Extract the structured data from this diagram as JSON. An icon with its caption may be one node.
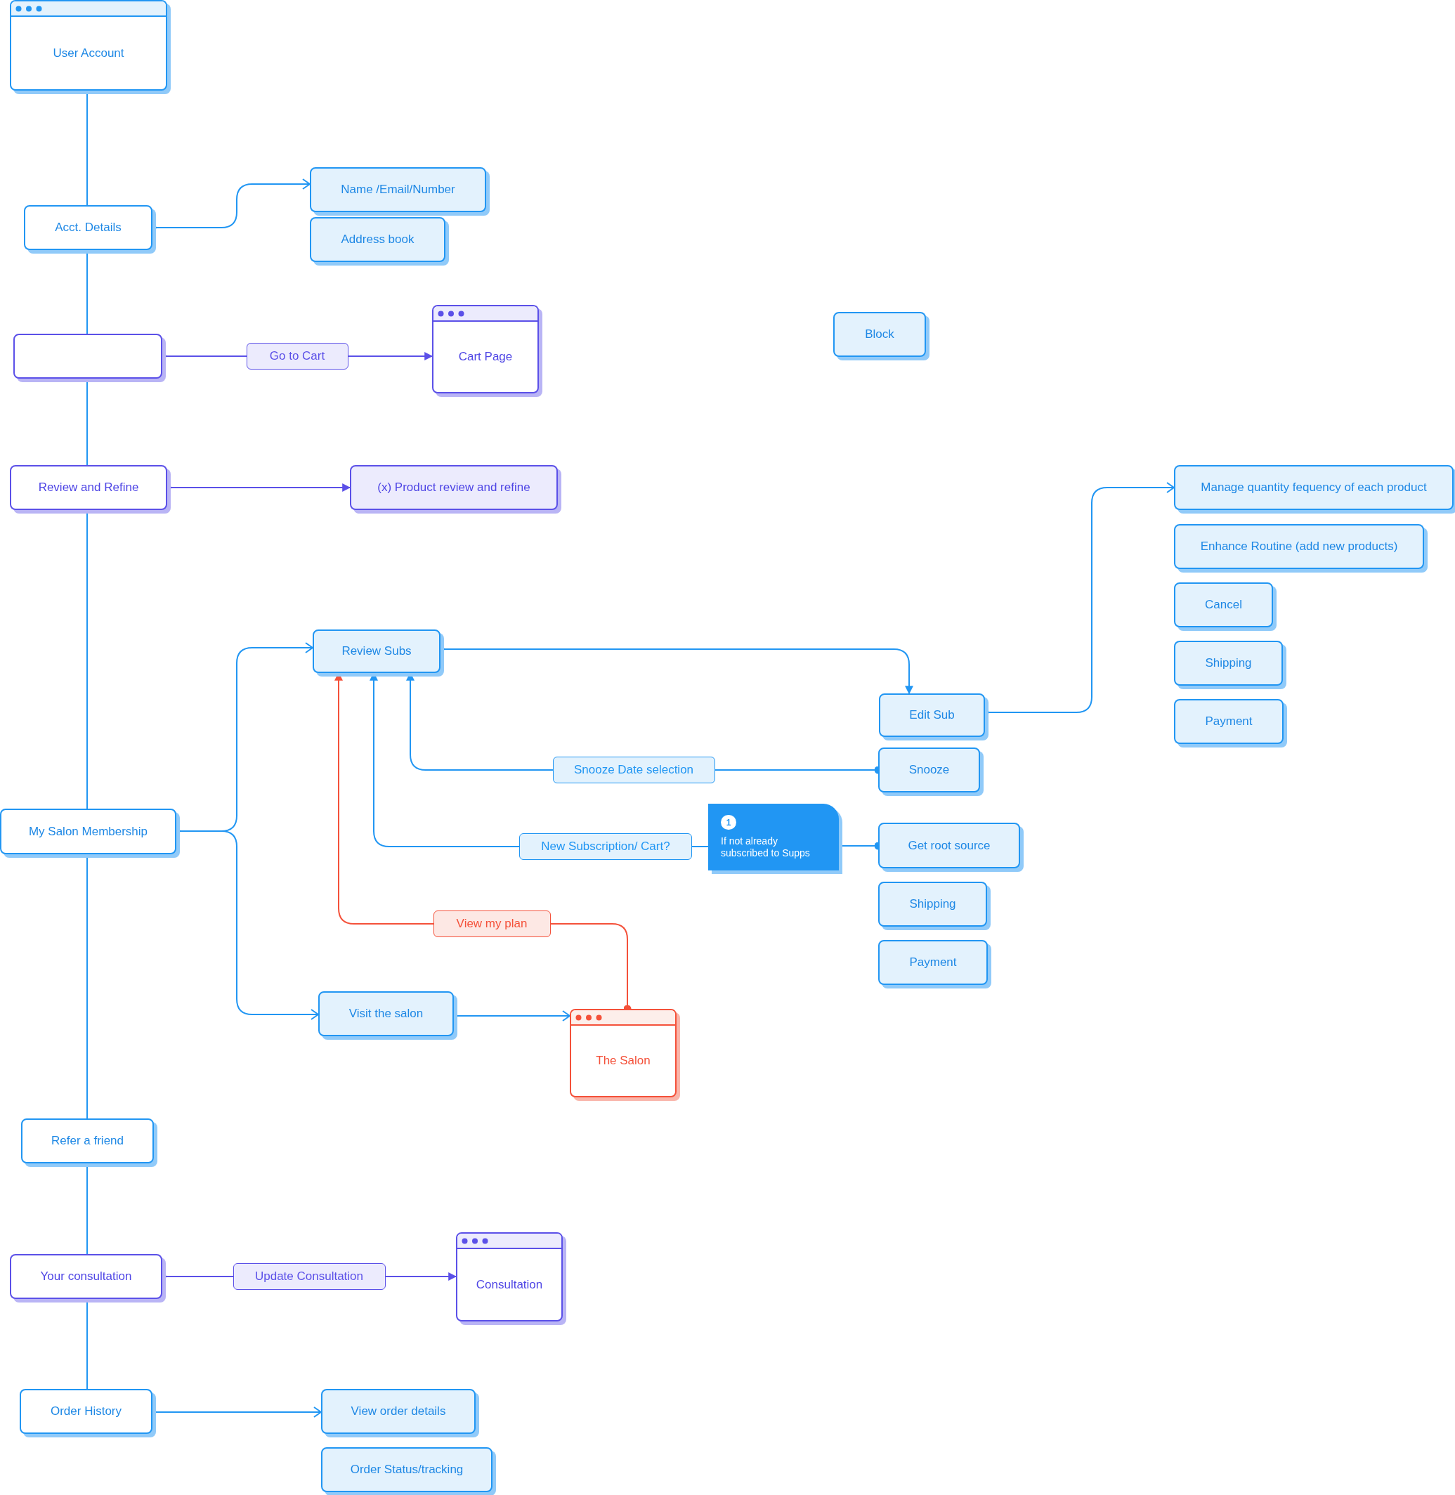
{
  "diagram": {
    "nodes": [
      {
        "text": [
          "User Account"
        ]
      },
      {
        "text": [
          "Acct. Details"
        ]
      },
      {
        "text": [
          "Name /Email/Number"
        ]
      },
      {
        "text": [
          "Address book"
        ]
      },
      {
        "text": [],
        "shape": "box"
      },
      {
        "text": [
          "Cart Page"
        ]
      },
      {
        "text": [
          "Block"
        ]
      },
      {
        "text": [
          "Review and Refine"
        ]
      },
      {
        "text": [
          "(x) Product review and refine"
        ]
      },
      {
        "text": [
          "Manage quantity fequency of each product"
        ]
      },
      {
        "text": [
          "Enhance Routine (add new products)"
        ]
      },
      {
        "text": [
          "Cancel"
        ]
      },
      {
        "text": [
          "Shipping"
        ]
      },
      {
        "text": [
          "Payment"
        ]
      },
      {
        "text": [
          "Review Subs"
        ]
      },
      {
        "text": [
          "Edit Sub"
        ]
      },
      {
        "text": [
          "Snooze"
        ]
      },
      {
        "text": [
          "My Salon Membership"
        ]
      },
      {
        "text": [
          "1",
          "If not already subscribed to Supps"
        ]
      },
      {
        "text": [
          "Get root source"
        ]
      },
      {
        "text": [
          "Shipping"
        ]
      },
      {
        "text": [
          "Payment"
        ]
      },
      {
        "text": [
          "Visit the salon"
        ]
      },
      {
        "text": [
          "The Salon"
        ]
      },
      {
        "text": [
          "Refer a friend"
        ]
      },
      {
        "text": [
          "Your consultation"
        ]
      },
      {
        "text": [
          "Consultation"
        ]
      },
      {
        "text": [
          "Order History"
        ]
      },
      {
        "text": [
          "View order details"
        ]
      },
      {
        "text": [
          "Order Status/tracking"
        ]
      }
    ],
    "edges": [
      {
        "from": 0,
        "to": 1,
        "arrow": "none"
      },
      {
        "from": 1,
        "to": 4,
        "arrow": "none"
      },
      {
        "from": 4,
        "to": 7,
        "arrow": "none"
      },
      {
        "from": 7,
        "to": 17,
        "arrow": "none"
      },
      {
        "from": 17,
        "to": 24,
        "arrow": "none"
      },
      {
        "from": 24,
        "to": 25,
        "arrow": "none"
      },
      {
        "from": 25,
        "to": 27,
        "arrow": "none"
      },
      {
        "from": 1,
        "to": 2,
        "arrow": "to"
      },
      {
        "from": 4,
        "to": 5,
        "arrow": "to",
        "label": "Go to Cart",
        "color": "#5b50e8"
      },
      {
        "from": 7,
        "to": 8,
        "arrow": "to",
        "color": "#5b50e8"
      },
      {
        "from": 17,
        "to": 14,
        "arrow": "to"
      },
      {
        "from": 17,
        "to": 22,
        "arrow": "to"
      },
      {
        "from": 14,
        "to": 15,
        "arrow": "to"
      },
      {
        "from": 15,
        "to": 9,
        "arrow": "to"
      },
      {
        "from": 16,
        "to": 14,
        "arrow": "to",
        "label": "Snooze Date selection"
      },
      {
        "from": 18,
        "to": 14,
        "arrow": "to",
        "label": "New Subscription/ Cart?"
      },
      {
        "from": 19,
        "to": 18,
        "arrow": "other"
      },
      {
        "from": 23,
        "to": 14,
        "arrow": "to",
        "label": "View my plan",
        "color": "#f4513a"
      },
      {
        "from": 22,
        "to": 23,
        "arrow": "to"
      },
      {
        "from": 25,
        "to": 26,
        "arrow": "to",
        "label": "Update Consultation",
        "color": "#5b50e8"
      },
      {
        "from": 27,
        "to": 28,
        "arrow": "to"
      }
    ]
  }
}
